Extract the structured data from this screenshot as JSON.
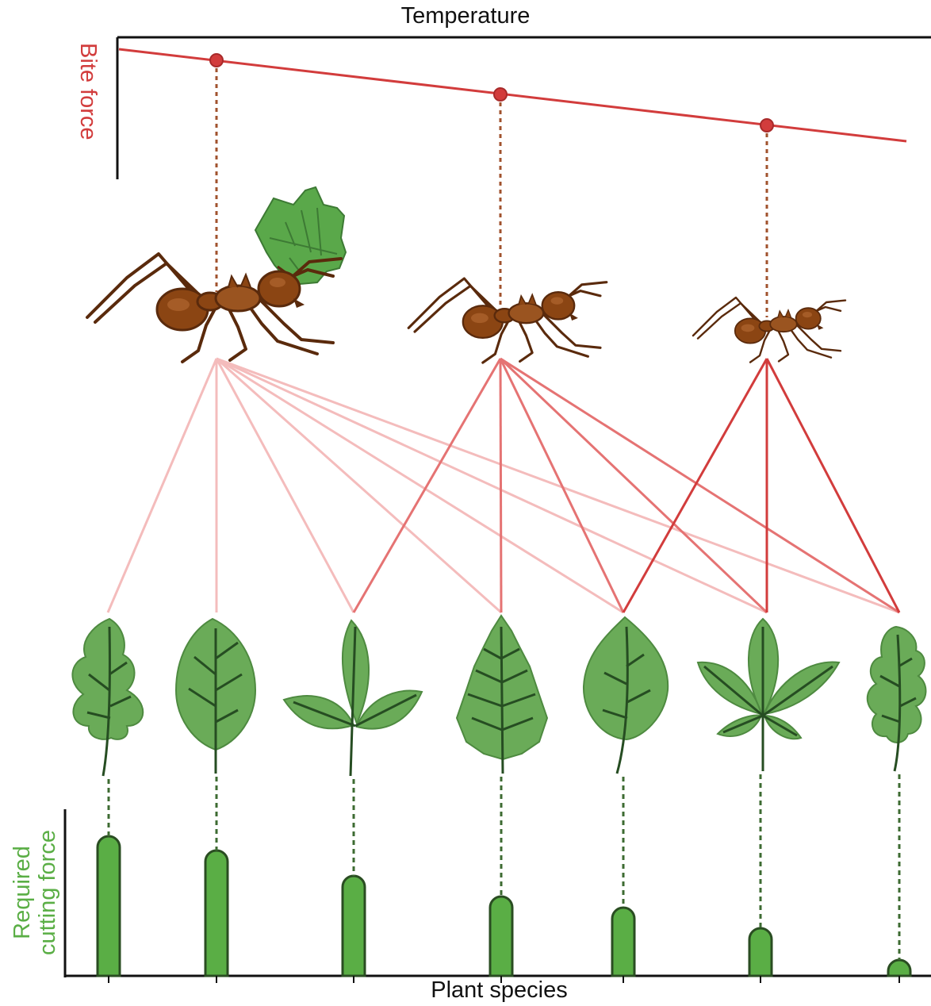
{
  "labels": {
    "x_top": "Temperature",
    "y_top": "Bite force",
    "x_bottom": "Plant species",
    "y_bottom_line1": "Required",
    "y_bottom_line2": "cutting force"
  },
  "colors": {
    "bite": "#d23c3c",
    "bite_light": "#f2b8b8",
    "bite_mid": "#e37272",
    "ant": "#8b4513",
    "ant_dark": "#5a2a0c",
    "leaf": "#6aaa55",
    "leaf_dark": "#2e5e2a",
    "bar": "#5aae45",
    "bar_stroke": "#2a4d22",
    "axis": "#111111"
  },
  "icons": [
    "large-ant-icon",
    "medium-ant-icon",
    "small-ant-icon",
    "carried-leaf-icon",
    "leaf-icon"
  ],
  "ants": [
    {
      "name": "large",
      "bite_level": 0.92,
      "cuts_leaves": [
        1,
        2,
        3,
        4,
        5,
        6,
        7
      ]
    },
    {
      "name": "medium",
      "bite_level": 0.7,
      "cuts_leaves": [
        3,
        4,
        5,
        6,
        7
      ]
    },
    {
      "name": "small",
      "bite_level": 0.47,
      "cuts_leaves": [
        5,
        6,
        7
      ]
    }
  ],
  "plants": [
    {
      "id": 1,
      "shape": "lobed",
      "required_cutting_force": 0.88
    },
    {
      "id": 2,
      "shape": "serrated",
      "required_cutting_force": 0.79
    },
    {
      "id": 3,
      "shape": "trifoliate",
      "required_cutting_force": 0.63
    },
    {
      "id": 4,
      "shape": "nettle",
      "required_cutting_force": 0.5
    },
    {
      "id": 5,
      "shape": "ovate",
      "required_cutting_force": 0.43
    },
    {
      "id": 6,
      "shape": "palmate",
      "required_cutting_force": 0.3
    },
    {
      "id": 7,
      "shape": "oak",
      "required_cutting_force": 0.1
    }
  ]
}
